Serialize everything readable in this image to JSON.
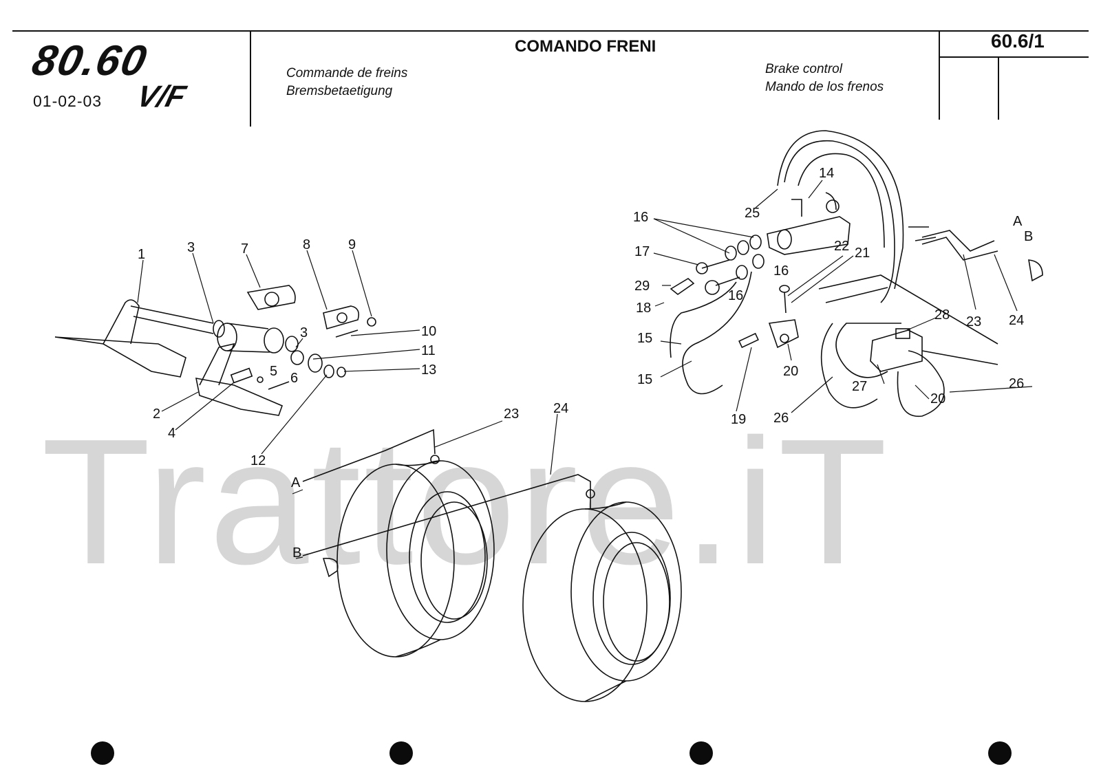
{
  "header": {
    "logo_text": "80.60",
    "logo_suffix": "V/F",
    "model_codes": "01-02-03",
    "title_it": "COMANDO FRENI",
    "title_fr": "Commande de freins",
    "title_de": "Bremsbetaetigung",
    "title_en": "Brake control",
    "title_es": "Mando de los frenos",
    "page_ref": "60.6/1"
  },
  "watermark": "Trattore.iT",
  "callouts_left": [
    "1",
    "2",
    "3",
    "3",
    "4",
    "5",
    "6",
    "7",
    "8",
    "9",
    "10",
    "11",
    "12",
    "13"
  ],
  "callouts_bottom": [
    "23",
    "24",
    "A",
    "B"
  ],
  "callouts_right": [
    "14",
    "15",
    "15",
    "16",
    "16",
    "16",
    "17",
    "18",
    "19",
    "20",
    "20",
    "21",
    "22",
    "23",
    "24",
    "25",
    "26",
    "26",
    "27",
    "28",
    "29",
    "A",
    "B"
  ]
}
